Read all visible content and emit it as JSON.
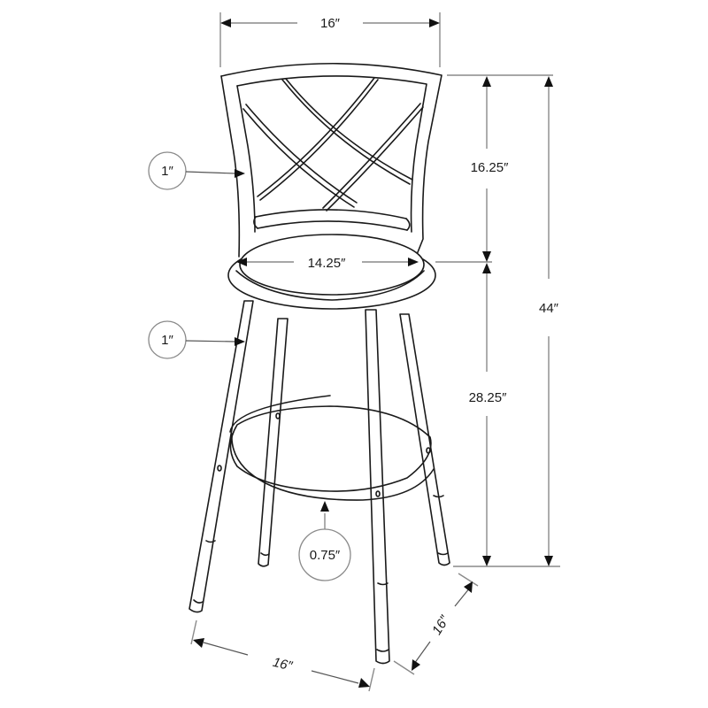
{
  "drawing": {
    "subject": "Swivel bar stool dimension diagram",
    "line_color": "#1a1a1a",
    "dimension_line_color": "#8a8a8a",
    "background": "#ffffff"
  },
  "dimensions": {
    "top_width": "16″",
    "backrest_height": "16.25″",
    "seat_diameter": "14.25″",
    "seat_height": "28.25″",
    "overall_height": "44″",
    "base_width": "16″",
    "base_depth": "16″"
  },
  "callouts": {
    "frame_tube_back": "1″",
    "leg_tube": "1″",
    "footrest_tube": "0.75″"
  }
}
